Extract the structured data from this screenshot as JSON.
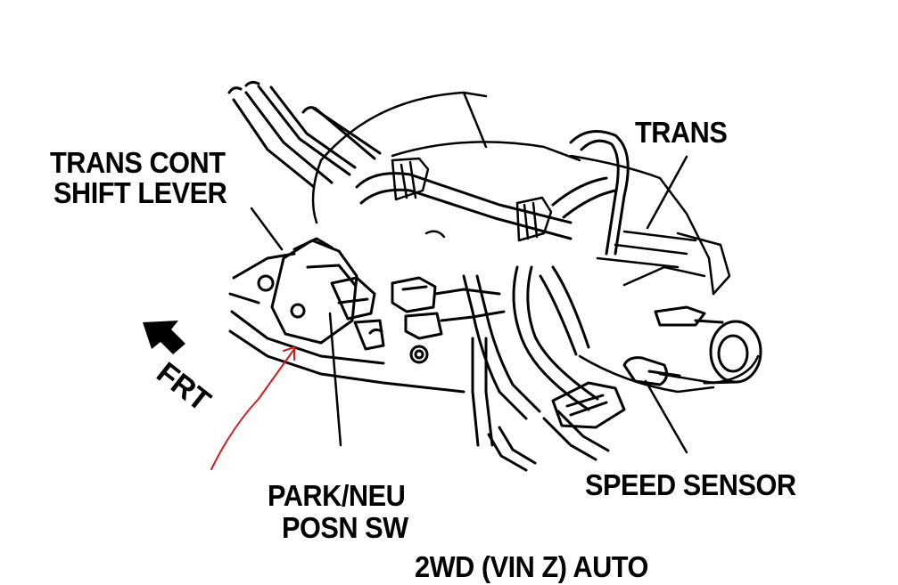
{
  "labels": {
    "trans_cont": "TRANS CONT",
    "shift_lever": "SHIFT LEVER",
    "trans": "TRANS",
    "frt": "FRT",
    "park_neu": "PARK/NEU",
    "posn_sw": "POSN SW",
    "speed_sensor": "SPEED SENSOR",
    "caption": "2WD (VIN Z) AUTO"
  },
  "colors": {
    "ink": "#000000",
    "annotation": "#d41a1a",
    "background": "#ffffff"
  },
  "icons": {
    "front_direction": "front-arrow-icon"
  }
}
